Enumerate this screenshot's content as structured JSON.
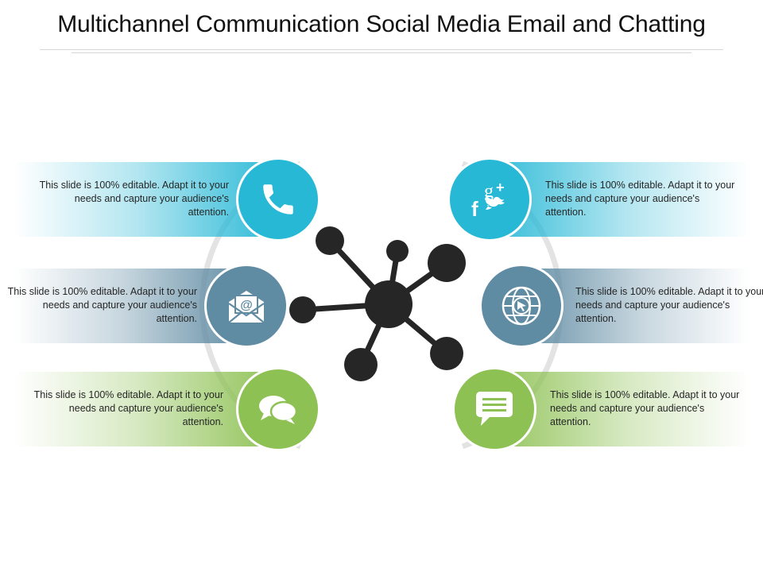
{
  "title": "Multichannel Communication Social Media Email and Chatting",
  "colors": {
    "teal": "#27b8d6",
    "slate": "#5f8ba3",
    "green": "#8dc153",
    "hub": "#262626",
    "arc": "#e3e3e3"
  },
  "items": [
    {
      "icon": "phone-icon",
      "color": "#27b8d6",
      "text": "This slide is 100% editable.  Adapt it to your needs and capture your audience's attention."
    },
    {
      "icon": "email-icon",
      "color": "#5f8ba3",
      "text": "This slide is 100% editable.  Adapt it to your needs and capture your audience's attention."
    },
    {
      "icon": "chat-bubbles-icon",
      "color": "#8dc153",
      "text": "This slide is 100% editable.  Adapt it to your needs and capture your audience's attention."
    },
    {
      "icon": "social-media-icon",
      "color": "#27b8d6",
      "text": "This slide is 100% editable.  Adapt it to your needs and capture your audience's attention."
    },
    {
      "icon": "globe-cursor-icon",
      "color": "#5f8ba3",
      "text": "This slide is 100% editable.  Adapt it to your needs and capture your audience's attention."
    },
    {
      "icon": "message-icon",
      "color": "#8dc153",
      "text": "This slide is 100% editable.  Adapt it to your needs and capture your audience's attention."
    }
  ]
}
